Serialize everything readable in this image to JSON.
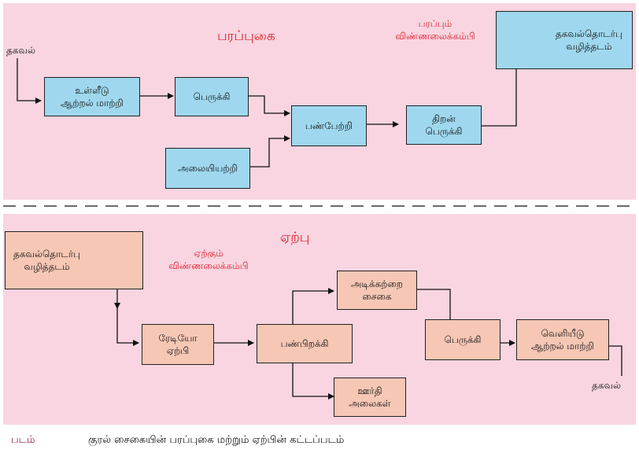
{
  "transmit": {
    "title": "பரப்புகை",
    "input_label": "தகவல்",
    "antenna_label": "பரப்பும்\nவிண்ணலைக்கம்பி",
    "blocks": {
      "converter": "உள்ளீடு\nஆற்றல் மாற்றி",
      "amplifier": "பெருக்கி",
      "oscillator": "அலையியற்றி",
      "modulator": "பண்பேற்றி",
      "power_amp": "திறன்\nபெருக்கி",
      "channel": "தகவல்தொடர்பு\nவழித்தடம்"
    }
  },
  "receive": {
    "title": "ஏற்பு",
    "antenna_label": "ஏற்கும்\nவிண்ணலைக்கம்பி",
    "output_label": "தகவல்",
    "blocks": {
      "channel": "தகவல்தொடர்பு\nவழித்தடம்",
      "radio_receiver": "ரேடியோ\nஏற்பி",
      "demodulator": "பண்பிறக்கி",
      "baseband": "அடிக்கற்றை\nசைகை",
      "carrier": "ஊர்தி\nஅலைகள்",
      "amplifier": "பெருக்கி",
      "output_converter": "வெளியீடு\nஆற்றல் மாற்றி"
    }
  },
  "caption": {
    "tag": "படம்",
    "text": "குரல் சைகையின் பரப்புகை மற்றும் ஏற்பின் கட்டப்படம்"
  }
}
